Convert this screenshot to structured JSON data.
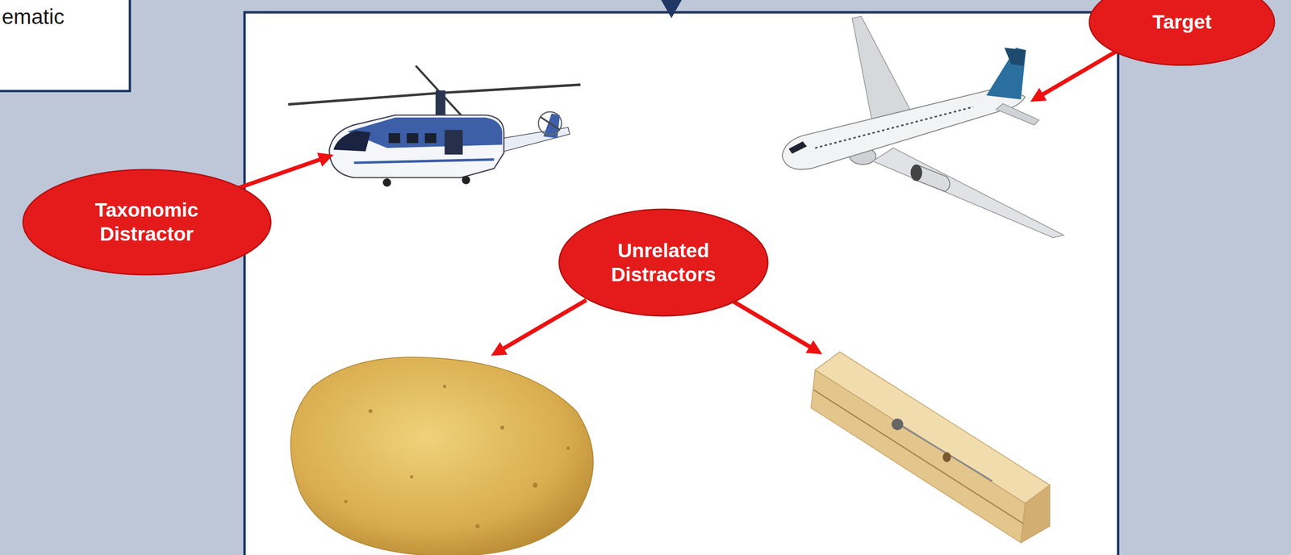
{
  "diagram": {
    "nodes": [
      {
        "text": [
          "ematic"
        ]
      },
      {
        "text": [
          "Target"
        ]
      },
      {
        "text": [
          "Taxonomic Distractor"
        ]
      },
      {
        "text": [
          "Unrelated Distractors"
        ]
      }
    ]
  }
}
